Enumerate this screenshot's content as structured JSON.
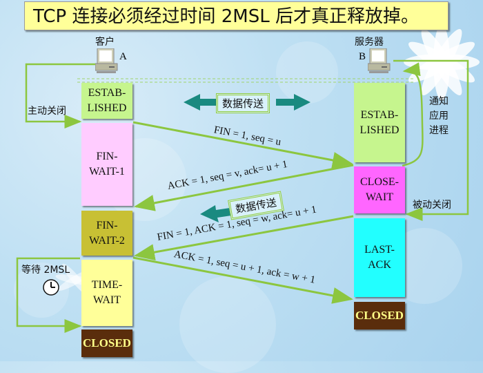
{
  "title": "TCP 连接必须经过时间 2MSL 后才真正释放掉。",
  "client": {
    "label": "客户",
    "host": "A"
  },
  "server": {
    "label": "服务器",
    "host": "B"
  },
  "annotations": {
    "active_close": "主动关闭",
    "notify_app": "通知\n应用\n进程",
    "passive_close": "被动关闭",
    "wait_2msl": "等待 2MSL"
  },
  "data_transfer_label": "数据传送",
  "client_states": [
    {
      "label": "ESTAB-\nLISHED",
      "color": "#c6f58e"
    },
    {
      "label": "FIN-\nWAIT-1",
      "color": "#ffccff"
    },
    {
      "label": "FIN-\nWAIT-2",
      "color": "#c8c034"
    },
    {
      "label": "TIME-\nWAIT",
      "color": "#ffff99"
    },
    {
      "label": "CLOSED",
      "color": "#5a2d0c"
    }
  ],
  "server_states": [
    {
      "label": "ESTAB-\nLISHED",
      "color": "#c6f58e"
    },
    {
      "label": "CLOSE-\nWAIT",
      "color": "#ff66ff"
    },
    {
      "label": "LAST-\nACK",
      "color": "#22ffff"
    },
    {
      "label": "CLOSED",
      "color": "#5a2d0c"
    }
  ],
  "messages": [
    {
      "text": "FIN = 1, seq = u",
      "direction": "A→B"
    },
    {
      "text": "ACK = 1, seq = v, ack= u + 1",
      "direction": "B→A"
    },
    {
      "text": "FIN = 1, ACK = 1, seq = w, ack= u + 1",
      "direction": "B→A"
    },
    {
      "text": "ACK = 1, seq = u + 1, ack = w + 1",
      "direction": "A→B"
    }
  ],
  "colors": {
    "arrow": "#8cc63f",
    "data_arrow": "#1a8a80"
  }
}
